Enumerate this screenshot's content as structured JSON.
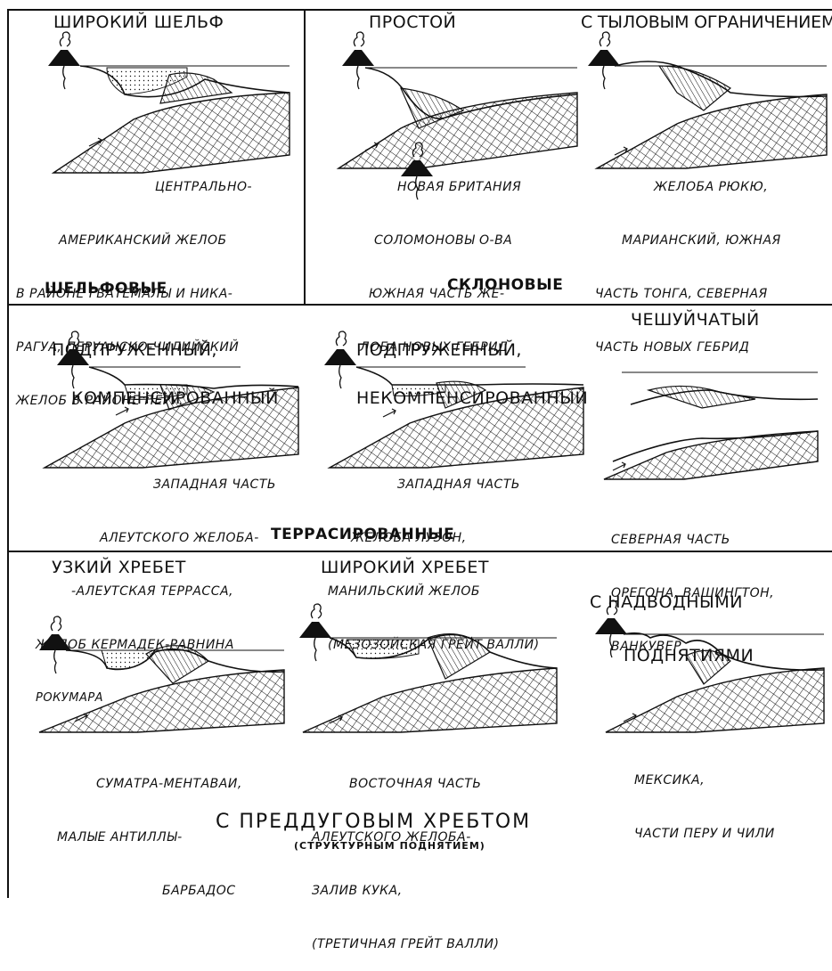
{
  "rows": {
    "shelf": {
      "group_label": "ШЕЛЬФОВЫЕ",
      "panel": {
        "title": "ШИРОКИЙ ШЕЛЬФ",
        "caption": [
          "ЦЕНТРАЛЬНО-",
          "АМЕРИКАНСКИЙ ЖЕЛОБ",
          "В РАЙОНЕ ГВАТЕМАЛЫ И НИКА-",
          "РАГУА, ПЕРУАНСКО-ЧИЛИЙСКИЙ",
          "ЖЕЛОБ В РАЙОНЕ ПЕРУ."
        ]
      }
    },
    "slope": {
      "group_label": "СКЛОНОВЫЕ",
      "panels": [
        {
          "title": "ПРОСТОЙ",
          "caption": [
            "НОВАЯ БРИТАНИЯ",
            "СОЛОМОНОВЫ О-ВА",
            "ЮЖНАЯ ЧАСТЬ ЖЕ-",
            "ЛОБА НОВЫХ ГЕБРИД"
          ]
        },
        {
          "title": "С ТЫЛОВЫМ ОГРАНИЧЕНИЕМ",
          "caption": [
            "ЖЕЛОБА РЮКЮ,",
            "МАРИАНСКИЙ, ЮЖНАЯ",
            "ЧАСТЬ ТОНГА, СЕВЕРНАЯ",
            "ЧАСТЬ НОВЫХ ГЕБРИД"
          ]
        }
      ]
    },
    "terrace": {
      "group_label": "ТЕРРАСИРОВАННЫЕ",
      "panels": [
        {
          "title": [
            "ПОДПРУЖЕННЫЙ,",
            "КОМПЕНСИРОВАННЫЙ"
          ],
          "caption": [
            "ЗАПАДНАЯ ЧАСТЬ",
            "АЛЕУТСКОГО ЖЕЛОБА-",
            "-АЛЕУТСКАЯ ТЕРРАССА,",
            "ЖЕЛОБ КЕРМАДЕК-РАВНИНА",
            "РОКУМАРА"
          ]
        },
        {
          "title": [
            "ПОДПРУЖЕННЫЙ,",
            "НЕКОМПЕНСИРОВАННЫЙ"
          ],
          "caption": [
            "ЗАПАДНАЯ ЧАСТЬ",
            "ЖЕЛОБА ЛУЗОН,",
            "МАНИЛЬСКИЙ ЖЕЛОБ",
            "(МЕЗОЗОЙСКАЯ ГРЕЙТ ВАЛЛИ)"
          ]
        },
        {
          "title": "ЧЕШУЙЧАТЫЙ",
          "caption": [
            "СЕВЕРНАЯ ЧАСТЬ",
            "ОРЕГОНА, ВАШИНГТОН,",
            "ВАНКУВЕР"
          ]
        }
      ]
    },
    "ridge": {
      "group_label": "С ПРЕДДУГОВЫМ ХРЕБТОМ",
      "group_sublabel": "(СТРУКТУРНЫМ ПОДНЯТИЕМ)",
      "panels": [
        {
          "title": "УЗКИЙ ХРЕБЕТ",
          "caption": [
            "СУМАТРА-МЕНТАВАИ,",
            "МАЛЫЕ АНТИЛЛЫ-",
            "БАРБАДОС"
          ]
        },
        {
          "title": "ШИРОКИЙ ХРЕБЕТ",
          "caption": [
            "ВОСТОЧНАЯ ЧАСТЬ",
            "АЛЕУТСКОГО ЖЕЛОБА-",
            "ЗАЛИВ КУКА,",
            "(ТРЕТИЧНАЯ ГРЕЙТ ВАЛЛИ)"
          ]
        },
        {
          "title": [
            "С НАДВОДНЫМИ",
            "ПОДНЯТИЯМИ"
          ],
          "caption": [
            "МЕКСИКА,",
            "ЧАСТИ ПЕРУ И ЧИЛИ"
          ]
        }
      ]
    }
  }
}
